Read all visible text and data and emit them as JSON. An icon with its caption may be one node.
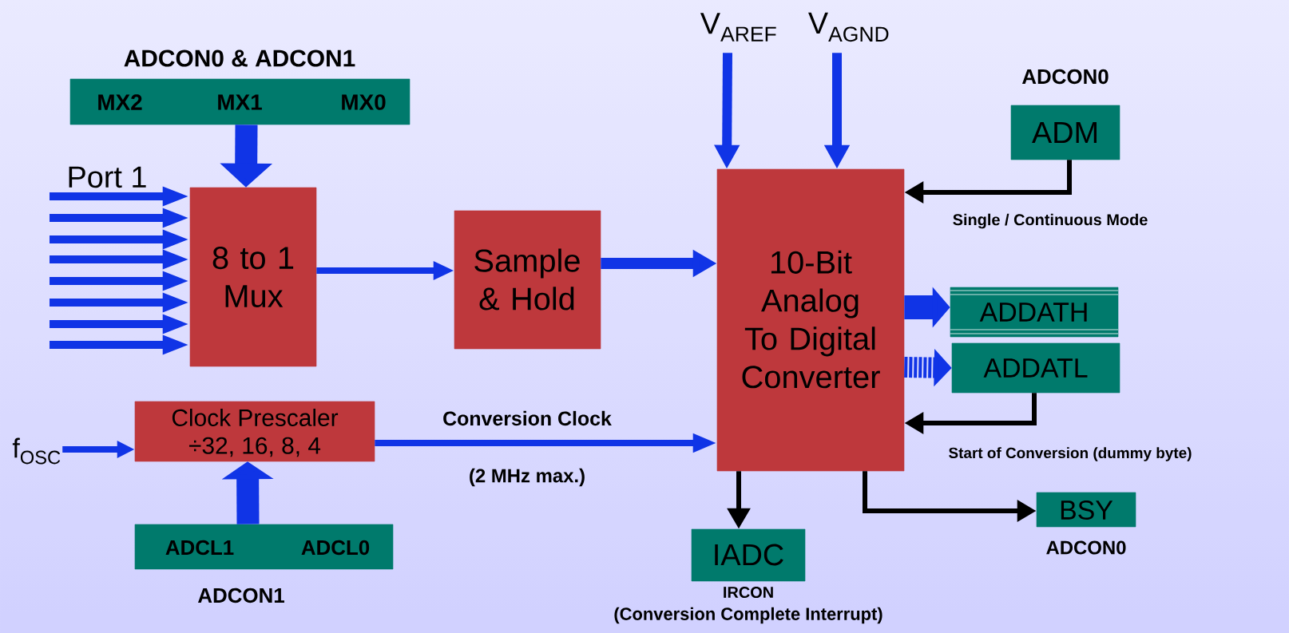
{
  "diagram": {
    "nodes": [
      {
        "text": [
          "ADCON0 & ADCON1",
          "MX2",
          "MX1",
          "MX0"
        ]
      },
      {
        "text": [
          "8 to 1 Mux"
        ]
      },
      {
        "text": [
          "Sample & Hold"
        ]
      },
      {
        "text": [
          "10-Bit Analog To Digital Converter"
        ]
      },
      {
        "text": [
          "V$_{AREF}$"
        ]
      },
      {
        "text": [
          "V$_{AGND}$"
        ]
      },
      {
        "text": [
          "ADCON0",
          "ADM"
        ]
      },
      {
        "text": [
          "ADDATH"
        ]
      },
      {
        "text": [
          "ADDATL"
        ]
      },
      {
        "text": [
          "Clock Prescaler",
          "÷32, 16, 8, 4"
        ]
      },
      {
        "text": [
          "f$_{OSC}$"
        ]
      },
      {
        "text": [
          "ADCL1",
          "ADCL0",
          "ADCON1"
        ]
      },
      {
        "text": [
          "IADC",
          "IRCON",
          "(Conversion Complete Interrupt)"
        ]
      },
      {
        "text": [
          "BSY",
          "ADCON0"
        ]
      }
    ],
    "edges": [
      {
        "from": 0,
        "to": 1,
        "arrow": "to",
        "style": "thick"
      },
      {
        "from": null,
        "to": 1,
        "arrow": "to"
      },
      {
        "from": null,
        "to": 1,
        "arrow": "to"
      },
      {
        "from": null,
        "to": 1,
        "arrow": "to"
      },
      {
        "from": null,
        "to": 1,
        "arrow": "to"
      },
      {
        "from": null,
        "to": 1,
        "arrow": "to"
      },
      {
        "from": null,
        "to": 1,
        "arrow": "to"
      },
      {
        "from": null,
        "to": 1,
        "arrow": "to"
      },
      {
        "from": null,
        "to": 1,
        "arrow": "to"
      },
      {
        "from": 1,
        "to": 2,
        "arrow": "to"
      },
      {
        "from": 2,
        "to": 3,
        "arrow": "to"
      },
      {
        "from": 4,
        "to": 3,
        "arrow": "to"
      },
      {
        "from": 5,
        "to": 3,
        "arrow": "to"
      },
      {
        "from": 6,
        "to": 3,
        "arrow": "to",
        "label": "Single / Continuous Mode",
        "color": "#000000"
      },
      {
        "from": 3,
        "to": 7,
        "arrow": "to",
        "style": "thick"
      },
      {
        "from": 3,
        "to": 8,
        "arrow": "to",
        "style": "dashed"
      },
      {
        "from": 8,
        "to": 3,
        "arrow": "to",
        "label": "Start of Conversion (dummy byte)",
        "color": "#000000"
      },
      {
        "from": 10,
        "to": 9,
        "arrow": "to"
      },
      {
        "from": 11,
        "to": 9,
        "arrow": "to",
        "style": "thick"
      },
      {
        "from": 9,
        "to": 3,
        "arrow": "to",
        "label": "Conversion Clock"
      },
      {
        "from": 3,
        "to": 12,
        "arrow": "to",
        "color": "#000000"
      },
      {
        "from": 3,
        "to": 13,
        "arrow": "to",
        "color": "#000000"
      }
    ],
    "labels": [
      "Port 1",
      "(2 MHz max.)"
    ]
  }
}
